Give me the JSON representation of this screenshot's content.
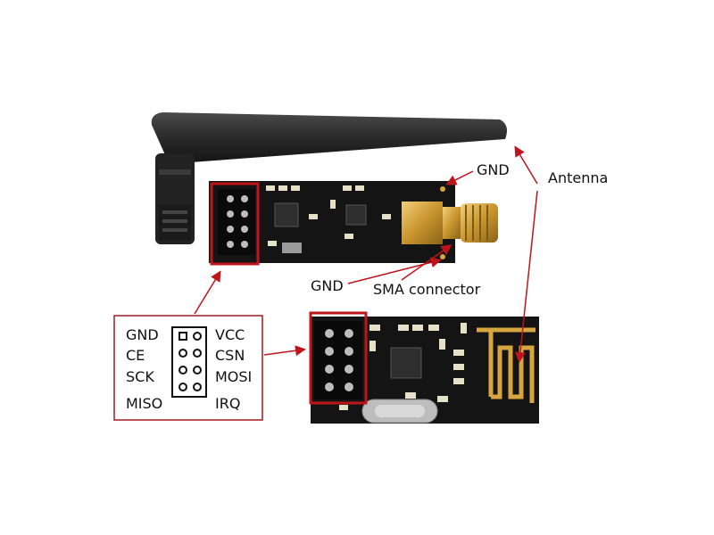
{
  "callouts": {
    "gnd_top": "GND",
    "gnd_bottom": "GND",
    "sma_connector": "SMA connector",
    "antenna": "Antenna"
  },
  "pinout": {
    "left": [
      "GND",
      "CE",
      "SCK",
      "MISO"
    ],
    "right": [
      "VCC",
      "CSN",
      "MOSI",
      "IRQ"
    ]
  },
  "colors": {
    "highlight": "#c0141c",
    "board": "#141414",
    "antenna": "#2a2a2a",
    "gold": "#d8a640"
  }
}
